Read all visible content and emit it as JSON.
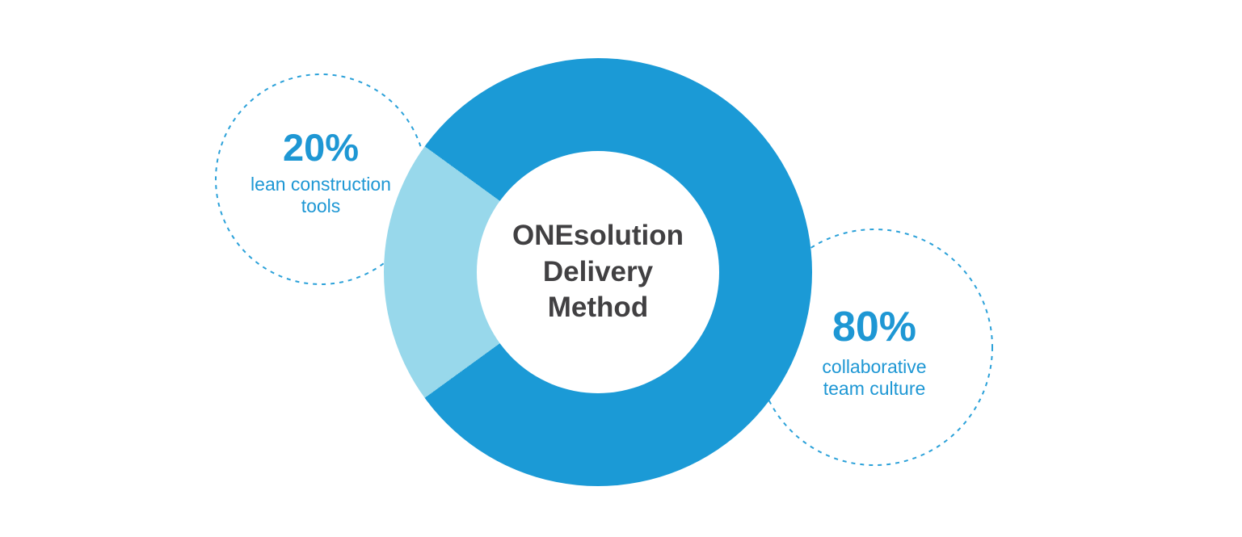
{
  "chart_data": {
    "type": "pie",
    "donut": true,
    "title": "ONEsolution\nDelivery\nMethod",
    "slices": [
      {
        "label": "collaborative team culture",
        "value": 80,
        "color": "#1b9ad6"
      },
      {
        "label": "lean construction tools",
        "value": 20,
        "color": "#98d8eb"
      }
    ],
    "small_slice_center_direction": "left",
    "legend_position": "callout-circles"
  },
  "callouts": {
    "left": {
      "percent": "20%",
      "caption": "lean construction\ntools"
    },
    "right": {
      "percent": "80%",
      "caption": "collaborative\nteam culture"
    }
  },
  "colors": {
    "primary_blue": "#1b9ad6",
    "light_blue": "#98d8eb",
    "accent_text_blue": "#1e97d4",
    "dashed_stroke": "#2ba1d9",
    "title_dark": "#414042",
    "background": "#ffffff"
  }
}
